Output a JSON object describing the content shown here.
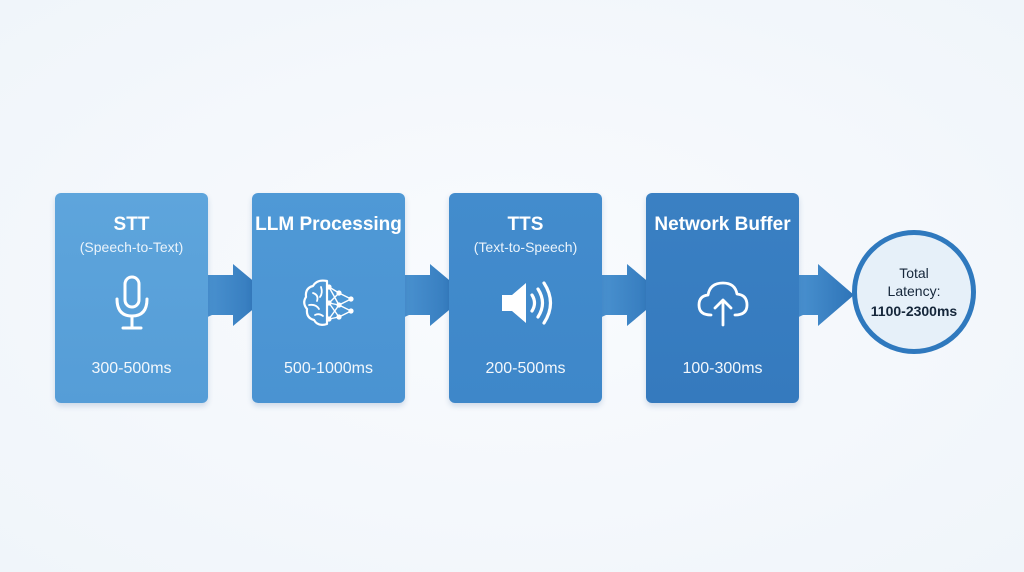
{
  "stages": [
    {
      "id": "stt",
      "title": "STT",
      "subtitle": "(Speech-to-Text)",
      "duration": "300-500ms",
      "icon": "microphone-icon"
    },
    {
      "id": "llm",
      "title": "LLM Processing",
      "subtitle": "",
      "duration": "500-1000ms",
      "icon": "brain-network-icon"
    },
    {
      "id": "tts",
      "title": "TTS",
      "subtitle": "(Text-to-Speech)",
      "duration": "200-500ms",
      "icon": "speaker-icon"
    },
    {
      "id": "net",
      "title": "Network Buffer",
      "subtitle": "",
      "duration": "100-300ms",
      "icon": "cloud-upload-icon"
    }
  ],
  "total": {
    "label": "Total Latency:",
    "value": "1100-2300ms"
  },
  "colors": {
    "background": "#f4f8fc",
    "stage_1": "#5ea5dc",
    "stage_2": "#4f99d6",
    "stage_3": "#438ccd",
    "stage_4": "#3a80c3",
    "arrow": "#3d87cb",
    "total_border": "#2f79be",
    "total_fill": "#e6f0f9"
  }
}
